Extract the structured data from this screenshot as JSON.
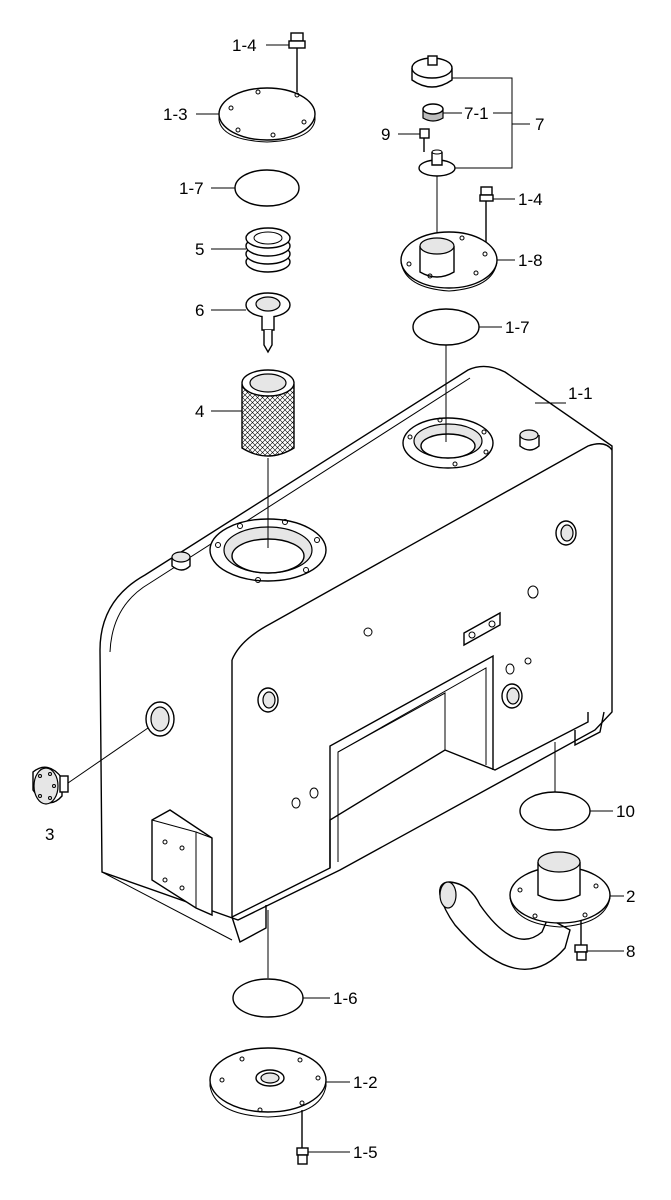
{
  "callouts": [
    {
      "id": "c-1-4-top",
      "text": "1-4"
    },
    {
      "id": "c-1-3",
      "text": "1-3"
    },
    {
      "id": "c-1-7-left",
      "text": "1-7"
    },
    {
      "id": "c-5",
      "text": "5"
    },
    {
      "id": "c-6",
      "text": "6"
    },
    {
      "id": "c-4",
      "text": "4"
    },
    {
      "id": "c-7-1",
      "text": "7-1"
    },
    {
      "id": "c-7",
      "text": "7"
    },
    {
      "id": "c-9",
      "text": "9"
    },
    {
      "id": "c-1-4-right",
      "text": "1-4"
    },
    {
      "id": "c-1-8",
      "text": "1-8"
    },
    {
      "id": "c-1-7-right",
      "text": "1-7"
    },
    {
      "id": "c-1-1",
      "text": "1-1"
    },
    {
      "id": "c-3",
      "text": "3"
    },
    {
      "id": "c-10",
      "text": "10"
    },
    {
      "id": "c-2",
      "text": "2"
    },
    {
      "id": "c-8",
      "text": "8"
    },
    {
      "id": "c-1-6",
      "text": "1-6"
    },
    {
      "id": "c-1-2",
      "text": "1-2"
    },
    {
      "id": "c-1-5",
      "text": "1-5"
    }
  ]
}
